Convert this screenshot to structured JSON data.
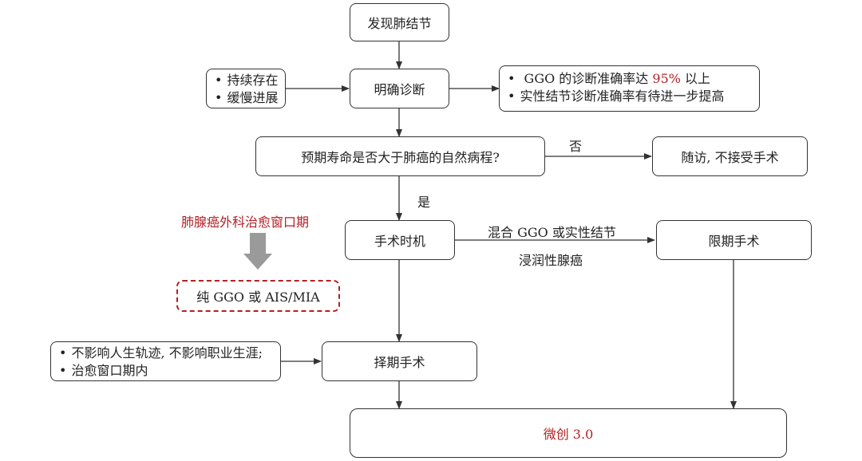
{
  "nodes": {
    "discover": "发现肺结节",
    "diagnose": "明确诊断",
    "life_question": "预期寿命是否大于肺癌的自然病程?",
    "follow_up": "随访, 不接受手术",
    "timing": "手术时机",
    "limited": "限期手术",
    "elective": "择期手术",
    "minimally_invasive": "微创 3.0"
  },
  "left_list": [
    "持续存在",
    "缓慢进展"
  ],
  "right_list": {
    "item1_prefix": "GGO 的诊断准确率达 ",
    "item1_highlight": "95%",
    "item1_suffix": " 以上",
    "item2": "实性结节诊断准确率有待进一步提高"
  },
  "edge_labels": {
    "no": "否",
    "yes": "是",
    "mixed_line1": "混合 GGO 或实性结节",
    "mixed_line2": "浸润性腺癌"
  },
  "window": {
    "title": "肺腺癌外科治愈窗口期",
    "dashed_box": "纯 GGO 或 AIS/MIA"
  },
  "bottom_list": [
    "不影响人生轨迹, 不影响职业生涯;",
    "治愈窗口期内"
  ],
  "colors": {
    "accent_red": "#b32025",
    "arrow_gray": "#9a9a9a",
    "line": "#333333"
  }
}
